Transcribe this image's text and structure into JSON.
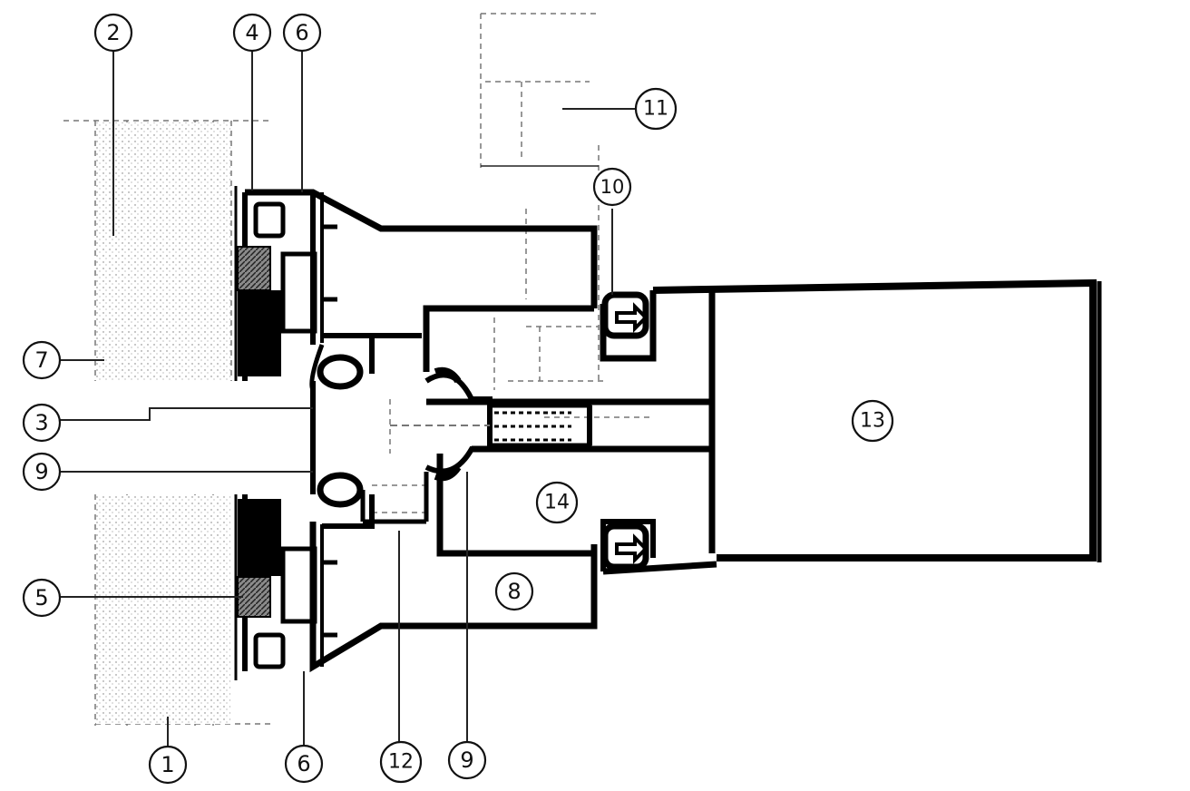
{
  "diagram": {
    "callouts": [
      {
        "id": "c1",
        "label": "1"
      },
      {
        "id": "c2",
        "label": "2"
      },
      {
        "id": "c3",
        "label": "3"
      },
      {
        "id": "c4",
        "label": "4"
      },
      {
        "id": "c5",
        "label": "5"
      },
      {
        "id": "c6a",
        "label": "6"
      },
      {
        "id": "c6b",
        "label": "6"
      },
      {
        "id": "c7",
        "label": "7"
      },
      {
        "id": "c8",
        "label": "8"
      },
      {
        "id": "c9a",
        "label": "9"
      },
      {
        "id": "c9b",
        "label": "9"
      },
      {
        "id": "c10",
        "label": "10"
      },
      {
        "id": "c11",
        "label": "11"
      },
      {
        "id": "c12",
        "label": "12"
      },
      {
        "id": "c13",
        "label": "13"
      },
      {
        "id": "c14",
        "label": "14"
      }
    ]
  }
}
